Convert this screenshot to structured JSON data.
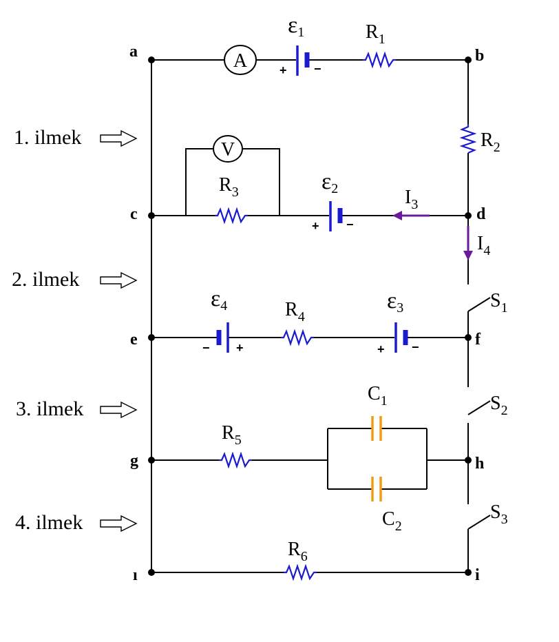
{
  "nodes": {
    "a": "a",
    "b": "b",
    "c": "c",
    "d": "d",
    "e": "e",
    "f": "f",
    "g": "g",
    "h": "h",
    "i_left": "ı",
    "i_right": "i"
  },
  "loops": [
    "1. ilmek",
    "2. ilmek",
    "3. ilmek",
    "4. ilmek"
  ],
  "meters": {
    "ammeter": "A",
    "voltmeter": "V"
  },
  "components": {
    "R1": {
      "sym": "R",
      "sub": "1"
    },
    "R2": {
      "sym": "R",
      "sub": "2"
    },
    "R3": {
      "sym": "R",
      "sub": "3"
    },
    "R4": {
      "sym": "R",
      "sub": "4"
    },
    "R5": {
      "sym": "R",
      "sub": "5"
    },
    "R6": {
      "sym": "R",
      "sub": "6"
    },
    "E1": {
      "sym": "ε",
      "sub": "1"
    },
    "E2": {
      "sym": "ε",
      "sub": "2"
    },
    "E3": {
      "sym": "ε",
      "sub": "3"
    },
    "E4": {
      "sym": "ε",
      "sub": "4"
    },
    "C1": {
      "sym": "C",
      "sub": "1"
    },
    "C2": {
      "sym": "C",
      "sub": "2"
    },
    "S1": {
      "sym": "S",
      "sub": "1"
    },
    "S2": {
      "sym": "S",
      "sub": "2"
    },
    "S3": {
      "sym": "S",
      "sub": "3"
    },
    "I3": {
      "sym": "I",
      "sub": "3"
    },
    "I4": {
      "sym": "I",
      "sub": "4"
    }
  },
  "signs": {
    "plus": "+",
    "minus": "−"
  },
  "colors": {
    "wire": "#000000",
    "resistor": "#1a1ad0",
    "battery": "#1a1ad0",
    "capacitor": "#f39c12",
    "current_arrow": "#6a1b9a"
  }
}
